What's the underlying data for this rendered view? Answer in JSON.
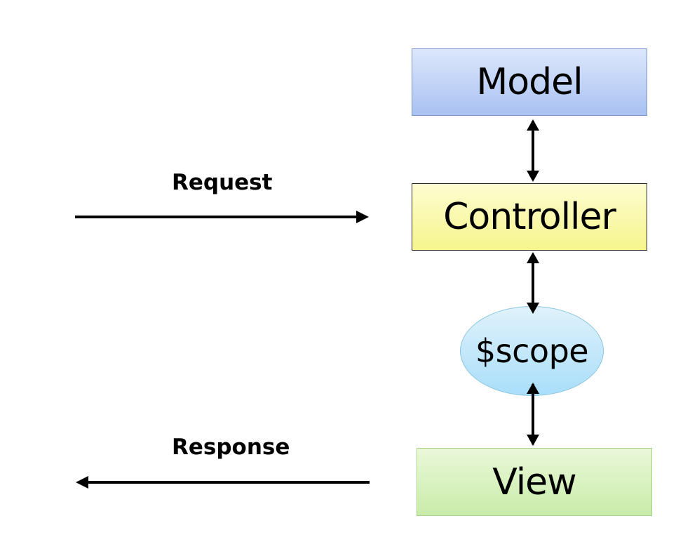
{
  "nodes": {
    "model": "Model",
    "controller": "Controller",
    "scope": "$scope",
    "view": "View"
  },
  "flows": {
    "request": "Request",
    "response": "Response"
  }
}
